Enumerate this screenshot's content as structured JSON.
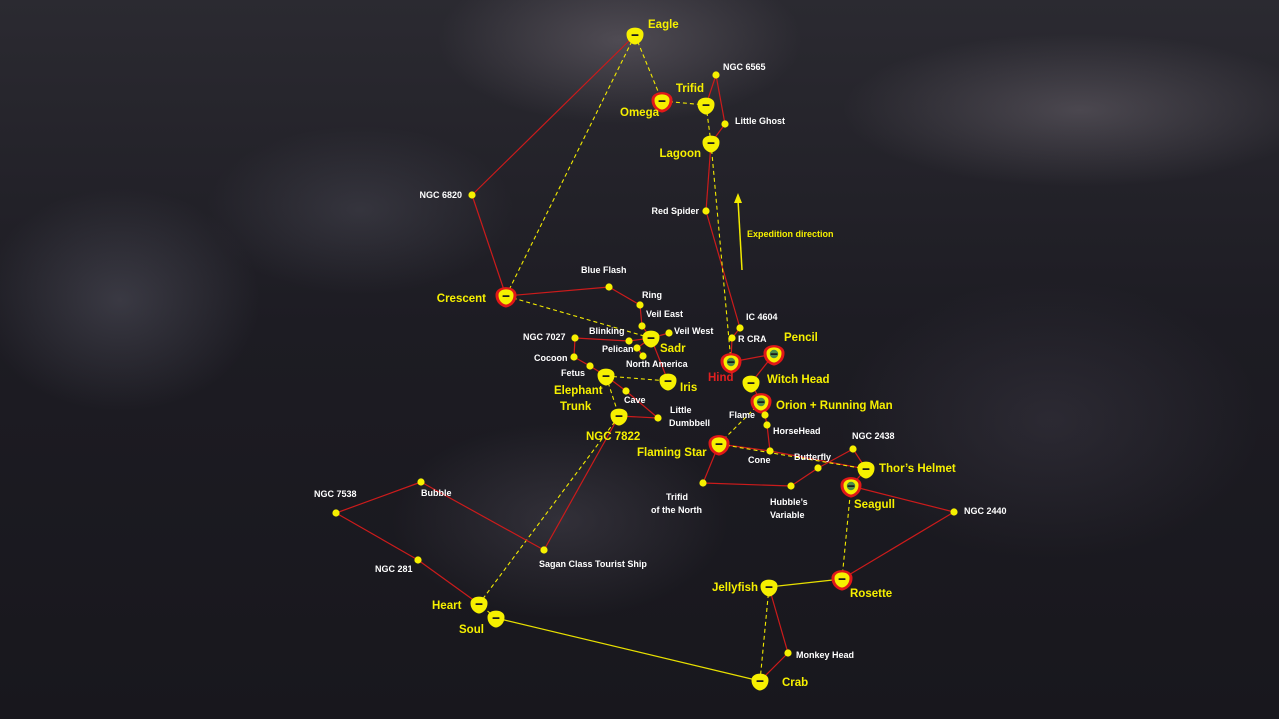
{
  "annotation": {
    "text": "Expedition direction",
    "color": "#f6f000"
  },
  "colors": {
    "route_solid": "#cc1b1b",
    "route_dashed": "#f2ea00",
    "route_yellow": "#e8e000",
    "node": "#f6f000",
    "highlight_ring": "#e01818",
    "visited_fill": "#4a8c4a"
  },
  "nodes": [
    {
      "id": "eagle",
      "label": "Eagle",
      "kind": "major",
      "label_color": "yellow"
    },
    {
      "id": "omega",
      "label": "Omega",
      "kind": "major-ring",
      "label_color": "yellow"
    },
    {
      "id": "trifid",
      "label": "Trifid",
      "kind": "major",
      "label_color": "yellow"
    },
    {
      "id": "ngc6565",
      "label": "NGC 6565",
      "kind": "minor",
      "label_color": "white"
    },
    {
      "id": "littleghost",
      "label": "Little Ghost",
      "kind": "minor",
      "label_color": "white"
    },
    {
      "id": "lagoon",
      "label": "Lagoon",
      "kind": "major",
      "label_color": "yellow"
    },
    {
      "id": "ngc6820",
      "label": "NGC 6820",
      "kind": "minor",
      "label_color": "white"
    },
    {
      "id": "redspider",
      "label": "Red Spider",
      "kind": "minor",
      "label_color": "white"
    },
    {
      "id": "crescent",
      "label": "Crescent",
      "kind": "major-ring",
      "label_color": "yellow"
    },
    {
      "id": "blueflash",
      "label": "Blue Flash",
      "kind": "minor",
      "label_color": "white"
    },
    {
      "id": "ring",
      "label": "Ring",
      "kind": "minor",
      "label_color": "white"
    },
    {
      "id": "veileast",
      "label": "Veil East",
      "kind": "minor",
      "label_color": "white"
    },
    {
      "id": "veilwest",
      "label": "Veil West",
      "kind": "minor",
      "label_color": "white"
    },
    {
      "id": "blinking",
      "label": "Blinking",
      "kind": "minor",
      "label_color": "white"
    },
    {
      "id": "ngc7027",
      "label": "NGC 7027",
      "kind": "minor",
      "label_color": "white"
    },
    {
      "id": "sadr",
      "label": "Sadr",
      "kind": "major",
      "label_color": "yellow"
    },
    {
      "id": "pelican",
      "label": "Pelican",
      "kind": "minor",
      "label_color": "white"
    },
    {
      "id": "northamerica",
      "label": "North America",
      "kind": "minor",
      "label_color": "white"
    },
    {
      "id": "cocoon",
      "label": "Cocoon",
      "kind": "minor",
      "label_color": "white"
    },
    {
      "id": "fetus",
      "label": "Fetus",
      "kind": "minor",
      "label_color": "white"
    },
    {
      "id": "elephant",
      "label": "Elephant|Trunk",
      "kind": "major",
      "label_color": "yellow"
    },
    {
      "id": "iris",
      "label": "Iris",
      "kind": "major",
      "label_color": "yellow"
    },
    {
      "id": "cave",
      "label": "Cave",
      "kind": "minor",
      "label_color": "white"
    },
    {
      "id": "littledumbbell",
      "label": "Little|Dumbbell",
      "kind": "minor",
      "label_color": "white"
    },
    {
      "id": "ngc7822",
      "label": "NGC 7822",
      "kind": "major",
      "label_color": "yellow"
    },
    {
      "id": "ic4604",
      "label": "IC 4604",
      "kind": "minor",
      "label_color": "white"
    },
    {
      "id": "rcra",
      "label": "R CRA",
      "kind": "minor",
      "label_color": "white"
    },
    {
      "id": "hind",
      "label": "Hind",
      "kind": "visited",
      "label_color": "red"
    },
    {
      "id": "pencil",
      "label": "Pencil",
      "kind": "visited",
      "label_color": "yellow"
    },
    {
      "id": "witchhead",
      "label": "Witch Head",
      "kind": "major",
      "label_color": "yellow"
    },
    {
      "id": "orion",
      "label": "Orion + Running Man",
      "kind": "visited",
      "label_color": "yellow"
    },
    {
      "id": "flame",
      "label": "Flame",
      "kind": "minor",
      "label_color": "white"
    },
    {
      "id": "horsehead",
      "label": "HorseHead",
      "kind": "minor",
      "label_color": "white"
    },
    {
      "id": "flamingstar",
      "label": "Flaming Star",
      "kind": "major-ring",
      "label_color": "yellow"
    },
    {
      "id": "cone",
      "label": "Cone",
      "kind": "minor",
      "label_color": "white"
    },
    {
      "id": "butterfly",
      "label": "Butterfly",
      "kind": "minor",
      "label_color": "white"
    },
    {
      "id": "ngc2438",
      "label": "NGC 2438",
      "kind": "minor",
      "label_color": "white"
    },
    {
      "id": "thorshelmet",
      "label": "Thor’s Helmet",
      "kind": "major",
      "label_color": "yellow"
    },
    {
      "id": "trifidnorth",
      "label": "Trifid|of the North",
      "kind": "minor",
      "label_color": "white"
    },
    {
      "id": "hubble",
      "label": "Hubble’s|Variable",
      "kind": "minor",
      "label_color": "white"
    },
    {
      "id": "seagull",
      "label": "Seagull",
      "kind": "visited",
      "label_color": "yellow"
    },
    {
      "id": "ngc2440",
      "label": "NGC 2440",
      "kind": "minor",
      "label_color": "white"
    },
    {
      "id": "ngc7538",
      "label": "NGC 7538",
      "kind": "minor",
      "label_color": "white"
    },
    {
      "id": "bubble",
      "label": "Bubble",
      "kind": "minor",
      "label_color": "white"
    },
    {
      "id": "sagan",
      "label": "Sagan Class Tourist Ship",
      "kind": "minor",
      "label_color": "white"
    },
    {
      "id": "ngc281",
      "label": "NGC 281",
      "kind": "minor",
      "label_color": "white"
    },
    {
      "id": "heart",
      "label": "Heart",
      "kind": "major",
      "label_color": "yellow"
    },
    {
      "id": "soul",
      "label": "Soul",
      "kind": "major",
      "label_color": "yellow"
    },
    {
      "id": "jellyfish",
      "label": "Jellyfish",
      "kind": "major",
      "label_color": "yellow"
    },
    {
      "id": "rosette",
      "label": "Rosette",
      "kind": "major-ring",
      "label_color": "yellow"
    },
    {
      "id": "monkeyhead",
      "label": "Monkey Head",
      "kind": "minor",
      "label_color": "white"
    },
    {
      "id": "crab",
      "label": "Crab",
      "kind": "major",
      "label_color": "yellow"
    }
  ],
  "edges": [
    {
      "from": "eagle",
      "to": "ngc6820",
      "style": "solid"
    },
    {
      "from": "ngc6820",
      "to": "crescent",
      "style": "solid"
    },
    {
      "from": "eagle",
      "to": "crescent",
      "style": "dashed"
    },
    {
      "from": "eagle",
      "to": "omega",
      "style": "dashed"
    },
    {
      "from": "omega",
      "to": "trifid",
      "style": "dashed"
    },
    {
      "from": "trifid",
      "to": "ngc6565",
      "style": "solid"
    },
    {
      "from": "ngc6565",
      "to": "littleghost",
      "style": "solid"
    },
    {
      "from": "littleghost",
      "to": "lagoon",
      "style": "solid"
    },
    {
      "from": "trifid",
      "to": "lagoon",
      "style": "dashed"
    },
    {
      "from": "lagoon",
      "to": "redspider",
      "style": "solid"
    },
    {
      "from": "redspider",
      "to": "ic4604",
      "style": "solid"
    },
    {
      "from": "ic4604",
      "to": "rcra",
      "style": "solid"
    },
    {
      "from": "rcra",
      "to": "hind",
      "style": "solid"
    },
    {
      "from": "lagoon",
      "to": "hind",
      "style": "dashed"
    },
    {
      "from": "crescent",
      "to": "blueflash",
      "style": "solid"
    },
    {
      "from": "blueflash",
      "to": "ring",
      "style": "solid"
    },
    {
      "from": "ring",
      "to": "veileast",
      "style": "solid"
    },
    {
      "from": "veileast",
      "to": "sadr",
      "style": "solid"
    },
    {
      "from": "veilwest",
      "to": "sadr",
      "style": "solid"
    },
    {
      "from": "crescent",
      "to": "sadr",
      "style": "dashed"
    },
    {
      "from": "ngc7027",
      "to": "blinking",
      "style": "solid"
    },
    {
      "from": "blinking",
      "to": "sadr",
      "style": "solid"
    },
    {
      "from": "ngc7027",
      "to": "cocoon",
      "style": "solid"
    },
    {
      "from": "cocoon",
      "to": "fetus",
      "style": "solid"
    },
    {
      "from": "fetus",
      "to": "elephant",
      "style": "solid"
    },
    {
      "from": "sadr",
      "to": "pelican",
      "style": "solid"
    },
    {
      "from": "pelican",
      "to": "northamerica",
      "style": "solid"
    },
    {
      "from": "sadr",
      "to": "iris",
      "style": "solid"
    },
    {
      "from": "elephant",
      "to": "iris",
      "style": "dashed"
    },
    {
      "from": "elephant",
      "to": "ngc7822",
      "style": "dashed"
    },
    {
      "from": "elephant",
      "to": "cave",
      "style": "solid"
    },
    {
      "from": "cave",
      "to": "littledumbbell",
      "style": "solid"
    },
    {
      "from": "ngc7822",
      "to": "littledumbbell",
      "style": "solid"
    },
    {
      "from": "ngc7822",
      "to": "heart",
      "style": "dashed"
    },
    {
      "from": "ngc7822",
      "to": "sagan",
      "style": "solid"
    },
    {
      "from": "hind",
      "to": "pencil",
      "style": "solid"
    },
    {
      "from": "pencil",
      "to": "witchhead",
      "style": "solid"
    },
    {
      "from": "witchhead",
      "to": "orion",
      "style": "solid"
    },
    {
      "from": "orion",
      "to": "flame",
      "style": "solid"
    },
    {
      "from": "flame",
      "to": "horsehead",
      "style": "solid"
    },
    {
      "from": "horsehead",
      "to": "cone",
      "style": "solid"
    },
    {
      "from": "orion",
      "to": "flamingstar",
      "style": "dashed"
    },
    {
      "from": "flamingstar",
      "to": "cone",
      "style": "solid"
    },
    {
      "from": "cone",
      "to": "thorshelmet",
      "style": "solid"
    },
    {
      "from": "flamingstar",
      "to": "thorshelmet",
      "style": "dashed"
    },
    {
      "from": "flamingstar",
      "to": "trifidnorth",
      "style": "solid"
    },
    {
      "from": "trifidnorth",
      "to": "hubble",
      "style": "solid"
    },
    {
      "from": "hubble",
      "to": "butterfly",
      "style": "solid"
    },
    {
      "from": "butterfly",
      "to": "ngc2438",
      "style": "solid"
    },
    {
      "from": "ngc2438",
      "to": "thorshelmet",
      "style": "solid"
    },
    {
      "from": "thorshelmet",
      "to": "seagull",
      "style": "solid"
    },
    {
      "from": "seagull",
      "to": "ngc2440",
      "style": "solid"
    },
    {
      "from": "ngc2440",
      "to": "rosette",
      "style": "solid"
    },
    {
      "from": "seagull",
      "to": "rosette",
      "style": "dashed"
    },
    {
      "from": "rosette",
      "to": "jellyfish",
      "style": "yellow"
    },
    {
      "from": "jellyfish",
      "to": "monkeyhead",
      "style": "solid"
    },
    {
      "from": "monkeyhead",
      "to": "crab",
      "style": "solid"
    },
    {
      "from": "jellyfish",
      "to": "crab",
      "style": "dashed"
    },
    {
      "from": "crab",
      "to": "soul",
      "style": "yellow"
    },
    {
      "from": "soul",
      "to": "heart",
      "style": "dashed"
    },
    {
      "from": "heart",
      "to": "ngc281",
      "style": "solid"
    },
    {
      "from": "ngc281",
      "to": "ngc7538",
      "style": "solid"
    },
    {
      "from": "ngc7538",
      "to": "bubble",
      "style": "solid"
    },
    {
      "from": "bubble",
      "to": "sagan",
      "style": "solid"
    }
  ]
}
